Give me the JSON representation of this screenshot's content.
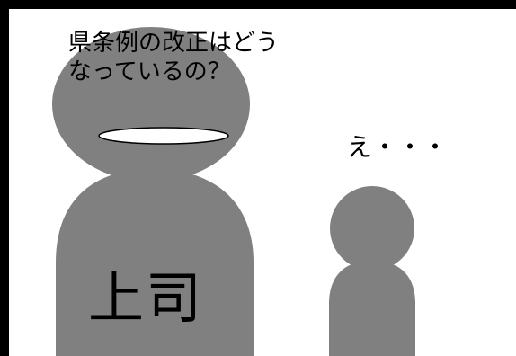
{
  "panel": {
    "background_color": "#ffffff",
    "frame_color": "#000000",
    "figure_color": "#808080"
  },
  "boss": {
    "speech": "県条例の改正はどう\nなっているの？",
    "label": "上司",
    "eye_color": "#ffffff"
  },
  "subordinate": {
    "speech": "え・・・"
  }
}
